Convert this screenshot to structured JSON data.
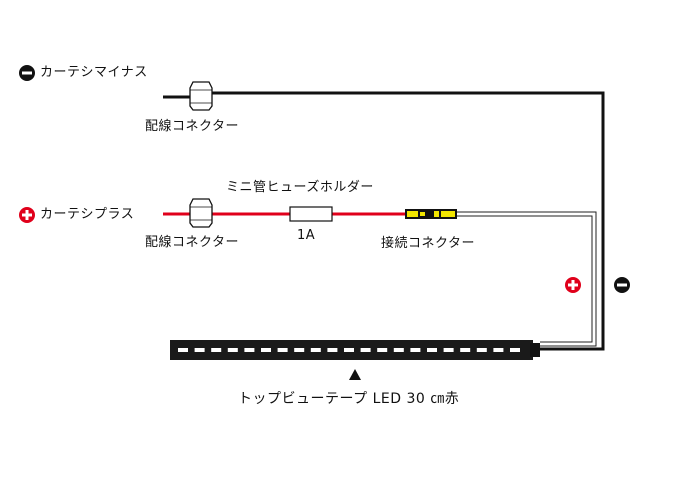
{
  "labels": {
    "minus_source": "カーテシマイナス",
    "plus_source": "カーテシプラス",
    "connector_top": "配線コネクター",
    "connector_bottom": "配線コネクター",
    "fuse_holder": "ミニ管ヒューズホルダー",
    "fuse_rating": "1A",
    "splice_connector": "接続コネクター",
    "led_tape": "トップビューテープ LED 30 ㎝赤"
  },
  "icons": {
    "minus_source_icon": "minus-circle-icon",
    "plus_source_icon": "plus-circle-icon",
    "plus_polarity_icon": "plus-circle-icon",
    "minus_polarity_icon": "minus-circle-icon",
    "pointer_icon": "triangle-up-icon"
  },
  "colors": {
    "negative_wire": "#111111",
    "positive_wire": "#e0001b",
    "tape_body": "#1a1a1a",
    "led_segment": "#ffffff",
    "splice_yellow": "#f2e600",
    "plus_badge": "#e0001b"
  }
}
